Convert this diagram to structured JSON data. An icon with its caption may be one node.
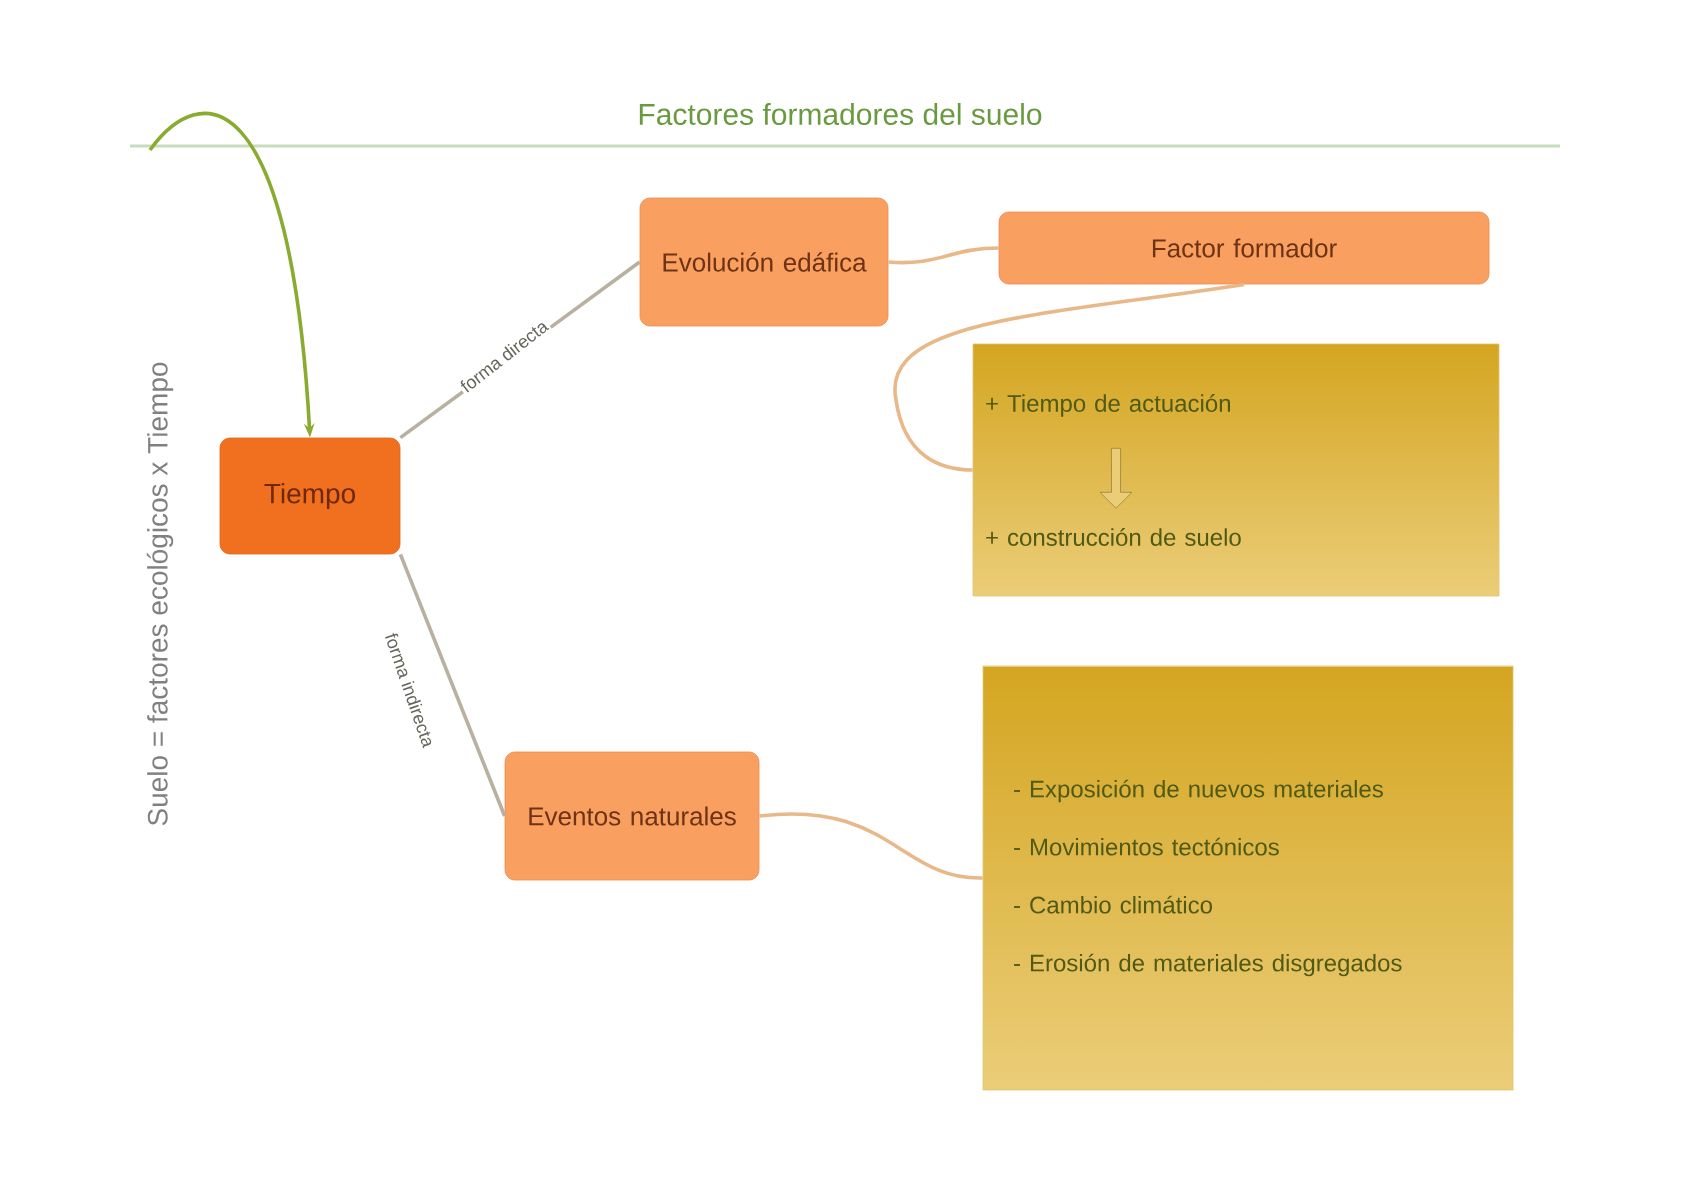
{
  "diagram": {
    "title": "Factores formadores del suelo",
    "nodes": [
      {
        "text": [
          "Tiempo"
        ]
      },
      {
        "text": [
          "Evolución edáfica"
        ]
      },
      {
        "text": [
          "Factor formador"
        ]
      },
      {
        "text": [
          "+ Tiempo de actuación",
          "+ construcción de suelo"
        ]
      },
      {
        "text": [
          "Eventos naturales"
        ]
      },
      {
        "text": [
          "- Exposición de nuevos materiales",
          "- Movimientos tectónicos",
          "- Cambio climático",
          "- Erosión de materiales disgregados"
        ]
      }
    ],
    "edges": [
      {
        "from": null,
        "to": 0,
        "arrow": "to",
        "color": "#8aaa30"
      },
      {
        "from": 0,
        "to": 1,
        "arrow": "none",
        "label": "forma directa",
        "color": "#b8b0a0"
      },
      {
        "from": 0,
        "to": 4,
        "arrow": "none",
        "label": "forma indirecta",
        "color": "#b8b0a0"
      },
      {
        "from": 1,
        "to": 2,
        "arrow": "none"
      },
      {
        "from": 2,
        "to": 3,
        "arrow": "none"
      },
      {
        "from": 4,
        "to": 5,
        "arrow": "none"
      }
    ],
    "labels": [
      "Suelo = factores ecológicos x Tiempo"
    ]
  }
}
